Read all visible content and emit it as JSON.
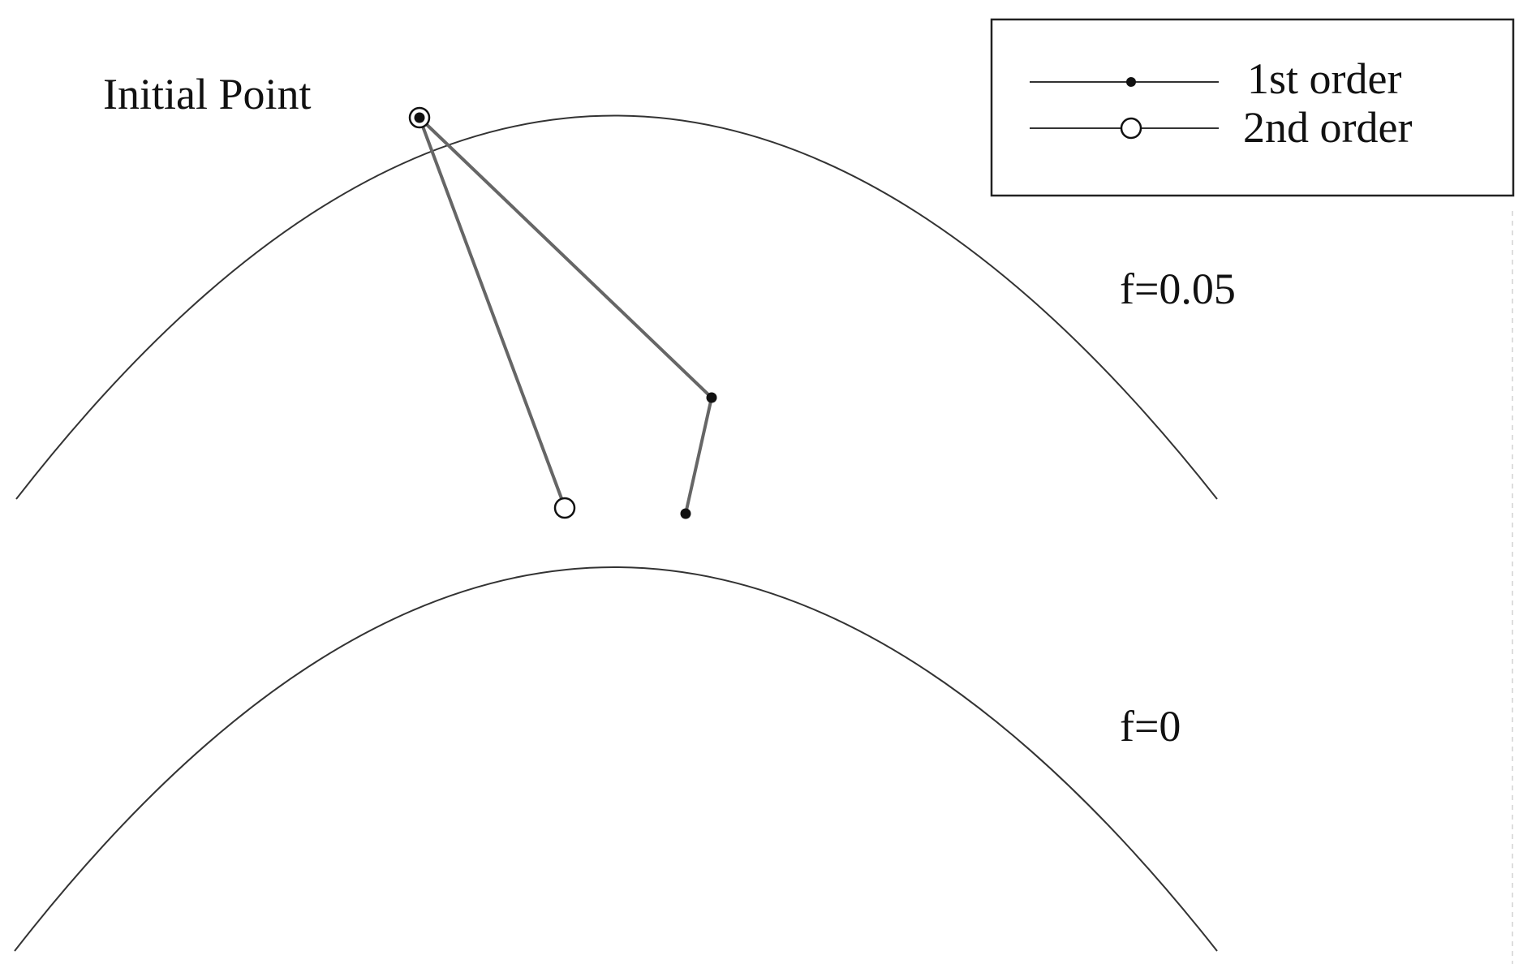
{
  "labels": {
    "initial_point": "Initial Point",
    "upper_curve": "f=0.05",
    "lower_curve": "f=0"
  },
  "legend": {
    "items": [
      {
        "label": "1st order",
        "marker": "filled-dot"
      },
      {
        "label": "2nd order",
        "marker": "open-circle"
      }
    ]
  },
  "colors": {
    "curve": "#333333",
    "path_line": "#666666",
    "marker": "#111111",
    "legend_border": "#222222"
  }
}
